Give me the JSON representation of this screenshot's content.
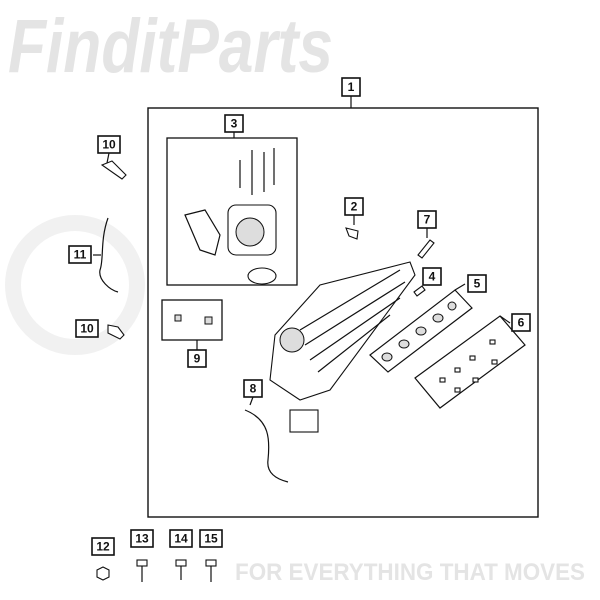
{
  "watermark": {
    "brand": "FinditParts",
    "tagline": "FOR EVERYTHING THAT MOVES",
    "accent_color": "#e53935"
  },
  "callouts": {
    "c1": "1",
    "c2": "2",
    "c3": "3",
    "c4": "4",
    "c5": "5",
    "c6": "6",
    "c7": "7",
    "c8": "8",
    "c9": "9",
    "c10a": "10",
    "c10b": "10",
    "c11": "11",
    "c12": "12",
    "c13": "13",
    "c14": "14",
    "c15": "15"
  }
}
